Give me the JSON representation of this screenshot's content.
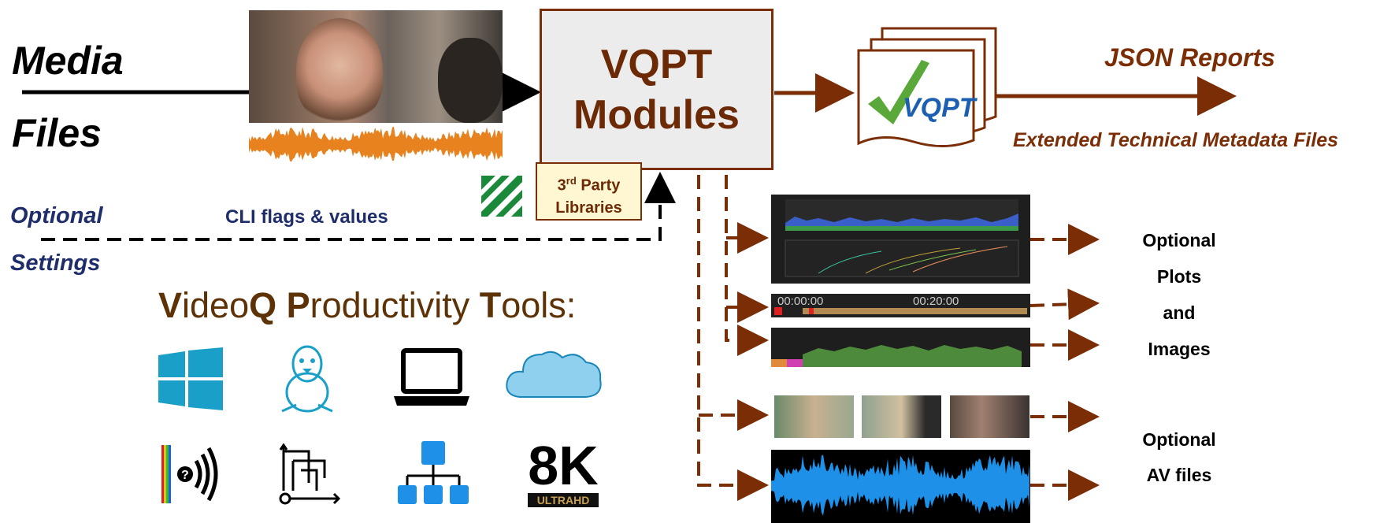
{
  "media": {
    "line1": "Media",
    "line2": "Files"
  },
  "optional_settings": {
    "line1": "Optional",
    "line2": "Settings"
  },
  "cli_label": "CLI flags & values",
  "vqpt_box": {
    "line1": "VQPT",
    "line2": "Modules"
  },
  "libraries": {
    "ordinal": "3",
    "suffix": "rd",
    "word": "Party",
    "line2": "Libraries"
  },
  "outputs": {
    "json": "JSON Reports",
    "metadata": "Extended Technical Metadata Files"
  },
  "document_logo_text": "VQPT",
  "plots_label": [
    "Optional",
    "Plots",
    "and",
    "Images"
  ],
  "av_label": [
    "Optional",
    "AV files"
  ],
  "timeline": {
    "t1": "00:00:00",
    "t2": "00:20:00"
  },
  "tools": {
    "title_V": "V",
    "title_ideo": "ideo",
    "title_Q": "Q",
    "title_sp": " ",
    "title_P": "P",
    "title_roductivity": "roductivity ",
    "title_T": "T",
    "title_ools": "ools:",
    "badge_8k": "8K",
    "badge_ultra": "ULTRAHD"
  },
  "colors": {
    "accent": "#7b2d06",
    "navy": "#1f2d6b",
    "waveform_orange": "#e8821e",
    "waveform_blue": "#1e90e8",
    "tool_icon": "#1aa0c8"
  }
}
